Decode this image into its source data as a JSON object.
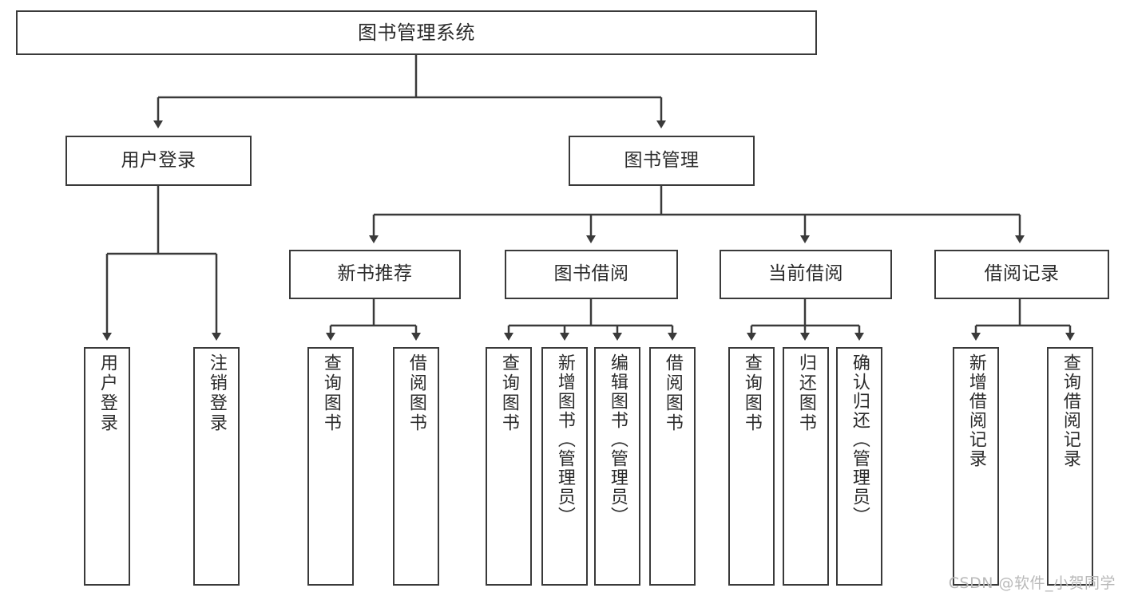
{
  "diagram": {
    "type": "tree",
    "title": "图书管理系统",
    "root": {
      "label": "图书管理系统"
    },
    "level2": [
      {
        "label": "用户登录"
      },
      {
        "label": "图书管理"
      }
    ],
    "level3": [
      {
        "label": "新书推荐"
      },
      {
        "label": "图书借阅"
      },
      {
        "label": "当前借阅"
      },
      {
        "label": "借阅记录"
      }
    ],
    "leaves": {
      "user_login": [
        "用户登录",
        "注销登录"
      ],
      "new_book_recommend": [
        "查询图书",
        "借阅图书"
      ],
      "book_borrow": [
        "查询图书",
        "新增图书（管理员）",
        "编辑图书（管理员）",
        "借阅图书"
      ],
      "current_borrow": [
        "查询图书",
        "归还图书",
        "确认归还（管理员）"
      ],
      "borrow_record": [
        "新增借阅记录",
        "查询借阅记录"
      ]
    }
  },
  "watermark": {
    "text": "CSDN @软件_小贺同学"
  },
  "colors": {
    "border": "#3a3a3a",
    "text": "#2b2b2b",
    "background": "#ffffff",
    "watermark": "#b9b9b9"
  }
}
